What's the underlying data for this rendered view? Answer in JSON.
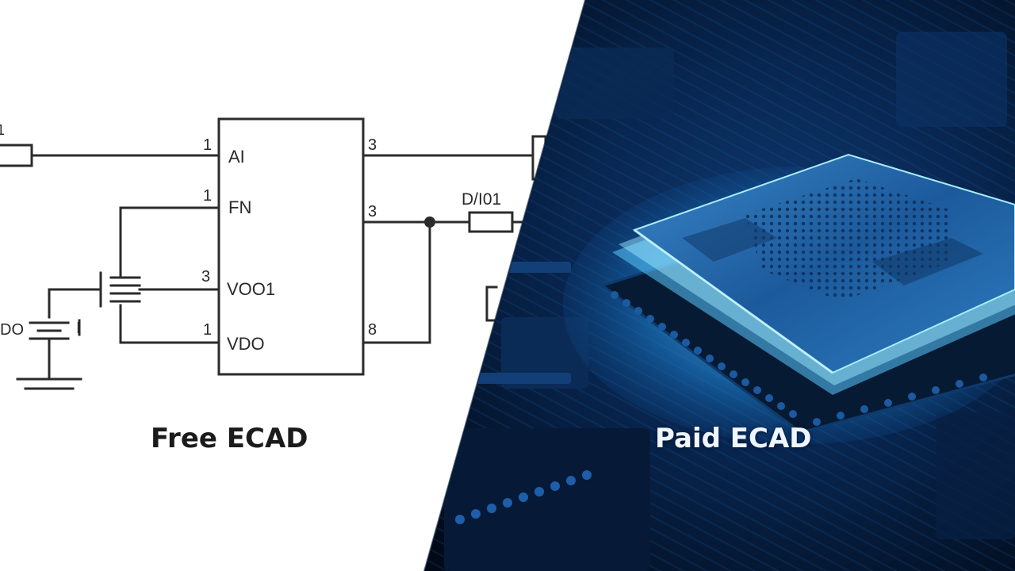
{
  "schematic": {
    "chip_pins_left": [
      {
        "num": "1",
        "label": "AI"
      },
      {
        "num": "1",
        "label": "FN"
      },
      {
        "num": "3",
        "label": "VOO1"
      },
      {
        "num": "1",
        "label": "VDO"
      }
    ],
    "chip_pins_right": [
      {
        "num": "3"
      },
      {
        "num": "3"
      },
      {
        "num": "8"
      }
    ],
    "diode_label": "D/I01",
    "source_label": "DO",
    "source_mark": "I",
    "top_left_mark": "1"
  },
  "captions": {
    "free": "Free ECAD",
    "paid": "Paid ECAD"
  },
  "colors": {
    "schematic_line": "#2b2b2b",
    "pcb_dark": "#020a18",
    "chip_glow": "#6fd8ff",
    "paid_text": "#eef6ff"
  }
}
